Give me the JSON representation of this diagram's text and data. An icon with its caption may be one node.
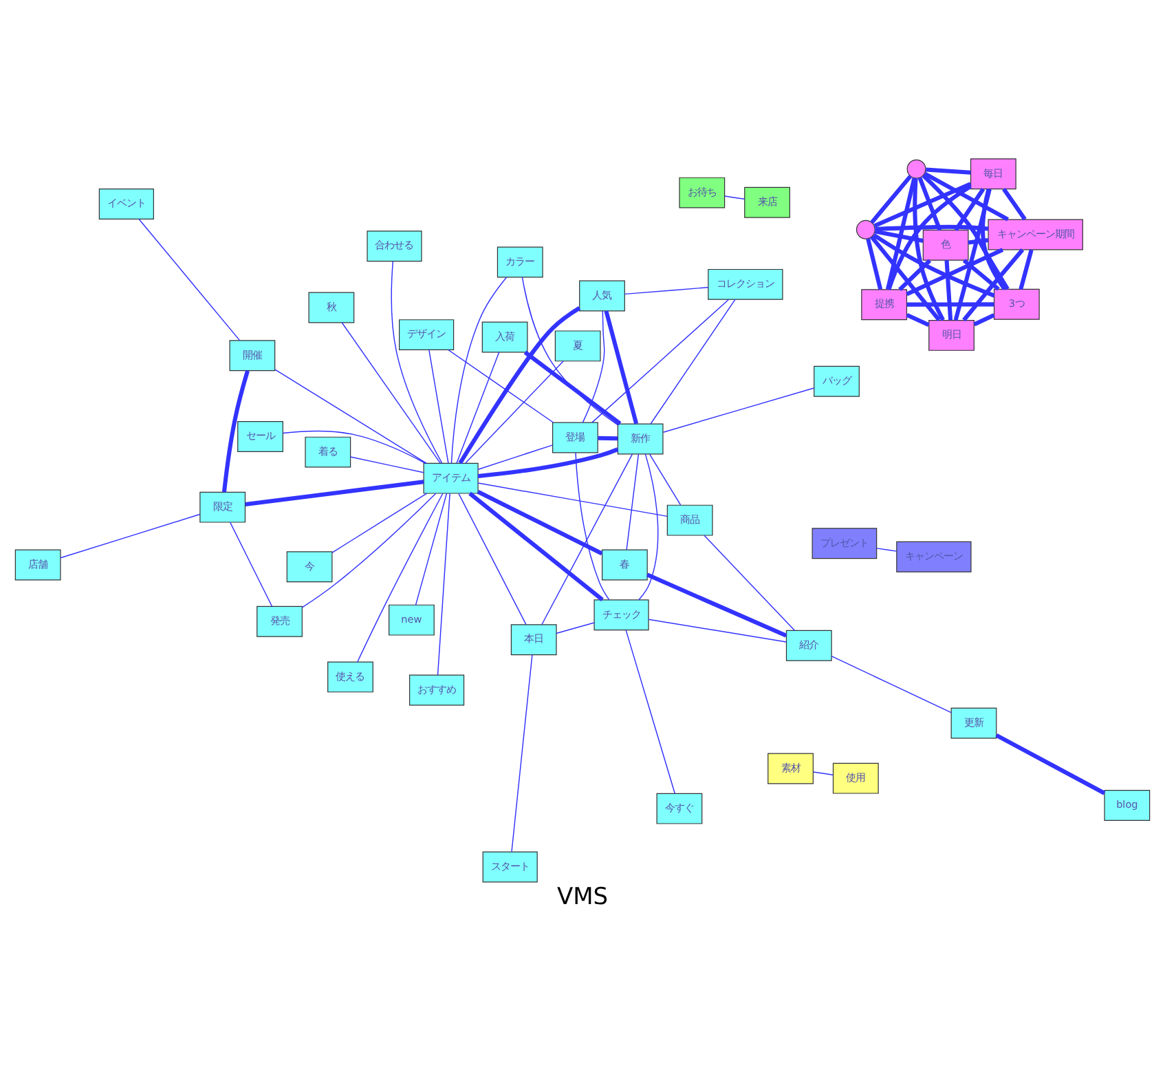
{
  "diagram": {
    "caption": "VMS",
    "nodes": [
      {
        "text": [
          "セール"
        ]
      },
      {
        "text": [
          "夏"
        ]
      },
      {
        "text": [
          "スタート"
        ]
      },
      {
        "text": [
          "秋"
        ]
      },
      {
        "text": [
          "new"
        ]
      },
      {
        "text": [
          "着る"
        ]
      },
      {
        "text": [
          "今"
        ]
      },
      {
        "text": [
          "おすすめ"
        ]
      },
      {
        "text": [
          "更新"
        ]
      },
      {
        "text": [
          "店舗"
        ]
      },
      {
        "text": [
          "使える"
        ]
      },
      {
        "text": [
          "発売"
        ]
      },
      {
        "text": [
          "blog"
        ]
      },
      {
        "text": [
          "イベント"
        ]
      },
      {
        "text": [
          "合わせる"
        ]
      },
      {
        "text": [
          "本日"
        ]
      },
      {
        "text": [
          "限定"
        ]
      },
      {
        "text": [
          "アイテム"
        ]
      },
      {
        "text": [
          "開催"
        ]
      },
      {
        "text": [
          "春"
        ]
      },
      {
        "text": [
          "紹介"
        ]
      },
      {
        "text": [
          "チェック"
        ]
      },
      {
        "text": [
          "商品"
        ]
      },
      {
        "text": [
          "登場"
        ]
      },
      {
        "text": [
          "新作"
        ]
      },
      {
        "text": [
          "今すぐ"
        ]
      },
      {
        "text": [
          "カラー"
        ]
      },
      {
        "text": [
          "入荷"
        ]
      },
      {
        "text": [
          "デザイン"
        ]
      },
      {
        "text": [
          "人気"
        ]
      },
      {
        "text": [
          "コレクション"
        ]
      },
      {
        "text": [
          "バッグ"
        ]
      },
      {
        "text": [],
        "shape": "circle"
      },
      {
        "text": [
          "キャンペーン期間"
        ]
      },
      {
        "text": [
          "明日"
        ]
      },
      {
        "text": [],
        "shape": "circle"
      },
      {
        "text": [
          "毎日"
        ]
      },
      {
        "text": [
          "色"
        ]
      },
      {
        "text": [
          "提携"
        ]
      },
      {
        "text": [
          "3つ"
        ]
      },
      {
        "text": [
          "プレゼント"
        ]
      },
      {
        "text": [
          "キャンペーン"
        ]
      },
      {
        "text": [
          "素材"
        ]
      },
      {
        "text": [
          "使用"
        ]
      },
      {
        "text": [
          "お待ち"
        ]
      },
      {
        "text": [
          "来店"
        ]
      }
    ],
    "edges": [
      {
        "from": 0,
        "to": 17,
        "arrow": "none"
      },
      {
        "from": 1,
        "to": 17,
        "arrow": "none"
      },
      {
        "from": 2,
        "to": 15,
        "arrow": "none"
      },
      {
        "from": 3,
        "to": 17,
        "arrow": "none"
      },
      {
        "from": 4,
        "to": 17,
        "arrow": "none"
      },
      {
        "from": 5,
        "to": 17,
        "arrow": "none"
      },
      {
        "from": 6,
        "to": 17,
        "arrow": "none"
      },
      {
        "from": 7,
        "to": 17,
        "arrow": "none"
      },
      {
        "from": 8,
        "to": 12,
        "arrow": "none",
        "style": "thick"
      },
      {
        "from": 8,
        "to": 20,
        "arrow": "none"
      },
      {
        "from": 9,
        "to": 16,
        "arrow": "none"
      },
      {
        "from": 10,
        "to": 17,
        "arrow": "none"
      },
      {
        "from": 11,
        "to": 17,
        "arrow": "none"
      },
      {
        "from": 11,
        "to": 16,
        "arrow": "none"
      },
      {
        "from": 13,
        "to": 18,
        "arrow": "none"
      },
      {
        "from": 14,
        "to": 17,
        "arrow": "none"
      },
      {
        "from": 15,
        "to": 17,
        "arrow": "none"
      },
      {
        "from": 15,
        "to": 24,
        "arrow": "none"
      },
      {
        "from": 15,
        "to": 21,
        "arrow": "none"
      },
      {
        "from": 16,
        "to": 17,
        "arrow": "none",
        "style": "thick"
      },
      {
        "from": 18,
        "to": 16,
        "arrow": "none",
        "style": "thick"
      },
      {
        "from": 18,
        "to": 17,
        "arrow": "none"
      },
      {
        "from": 17,
        "to": 19,
        "arrow": "none",
        "style": "thick"
      },
      {
        "from": 19,
        "to": 20,
        "arrow": "none",
        "style": "thick"
      },
      {
        "from": 19,
        "to": 24,
        "arrow": "none"
      },
      {
        "from": 20,
        "to": 21,
        "arrow": "none"
      },
      {
        "from": 20,
        "to": 22,
        "arrow": "none"
      },
      {
        "from": 17,
        "to": 21,
        "arrow": "none",
        "style": "thick"
      },
      {
        "from": 17,
        "to": 22,
        "arrow": "none"
      },
      {
        "from": 17,
        "to": 23,
        "arrow": "none"
      },
      {
        "from": 17,
        "to": 24,
        "arrow": "none",
        "style": "thick"
      },
      {
        "from": 17,
        "to": 26,
        "arrow": "none"
      },
      {
        "from": 17,
        "to": 27,
        "arrow": "none"
      },
      {
        "from": 17,
        "to": 28,
        "arrow": "none"
      },
      {
        "from": 17,
        "to": 29,
        "arrow": "none",
        "style": "thick"
      },
      {
        "from": 21,
        "to": 23,
        "arrow": "none"
      },
      {
        "from": 21,
        "to": 24,
        "arrow": "none"
      },
      {
        "from": 21,
        "to": 25,
        "arrow": "none"
      },
      {
        "from": 22,
        "to": 24,
        "arrow": "none"
      },
      {
        "from": 23,
        "to": 24,
        "arrow": "none",
        "style": "thick"
      },
      {
        "from": 23,
        "to": 28,
        "arrow": "none"
      },
      {
        "from": 23,
        "to": 29,
        "arrow": "none"
      },
      {
        "from": 23,
        "to": 30,
        "arrow": "none"
      },
      {
        "from": 24,
        "to": 26,
        "arrow": "none"
      },
      {
        "from": 24,
        "to": 27,
        "arrow": "none",
        "style": "thick"
      },
      {
        "from": 24,
        "to": 29,
        "arrow": "none",
        "style": "thick"
      },
      {
        "from": 24,
        "to": 30,
        "arrow": "none"
      },
      {
        "from": 24,
        "to": 31,
        "arrow": "none"
      },
      {
        "from": 29,
        "to": 30,
        "arrow": "none"
      },
      {
        "from": 32,
        "to": 33,
        "arrow": "none",
        "style": "thick"
      },
      {
        "from": 32,
        "to": 34,
        "arrow": "none",
        "style": "thick"
      },
      {
        "from": 32,
        "to": 35,
        "arrow": "none",
        "style": "thick"
      },
      {
        "from": 32,
        "to": 36,
        "arrow": "none",
        "style": "thick"
      },
      {
        "from": 32,
        "to": 37,
        "arrow": "none",
        "style": "thick"
      },
      {
        "from": 32,
        "to": 38,
        "arrow": "none",
        "style": "thick"
      },
      {
        "from": 32,
        "to": 39,
        "arrow": "none",
        "style": "thick"
      },
      {
        "from": 33,
        "to": 34,
        "arrow": "none",
        "style": "thick"
      },
      {
        "from": 33,
        "to": 35,
        "arrow": "none",
        "style": "thick"
      },
      {
        "from": 33,
        "to": 36,
        "arrow": "none",
        "style": "thick"
      },
      {
        "from": 33,
        "to": 37,
        "arrow": "none",
        "style": "thick"
      },
      {
        "from": 33,
        "to": 38,
        "arrow": "none",
        "style": "thick"
      },
      {
        "from": 33,
        "to": 39,
        "arrow": "none",
        "style": "thick"
      },
      {
        "from": 34,
        "to": 35,
        "arrow": "none",
        "style": "thick"
      },
      {
        "from": 34,
        "to": 36,
        "arrow": "none",
        "style": "thick"
      },
      {
        "from": 34,
        "to": 37,
        "arrow": "none",
        "style": "thick"
      },
      {
        "from": 34,
        "to": 38,
        "arrow": "none",
        "style": "thick"
      },
      {
        "from": 34,
        "to": 39,
        "arrow": "none",
        "style": "thick"
      },
      {
        "from": 35,
        "to": 36,
        "arrow": "none",
        "style": "thick"
      },
      {
        "from": 35,
        "to": 37,
        "arrow": "none",
        "style": "thick"
      },
      {
        "from": 35,
        "to": 38,
        "arrow": "none",
        "style": "thick"
      },
      {
        "from": 35,
        "to": 39,
        "arrow": "none",
        "style": "thick"
      },
      {
        "from": 36,
        "to": 37,
        "arrow": "none",
        "style": "thick"
      },
      {
        "from": 36,
        "to": 38,
        "arrow": "none",
        "style": "thick"
      },
      {
        "from": 36,
        "to": 39,
        "arrow": "none",
        "style": "thick"
      },
      {
        "from": 37,
        "to": 38,
        "arrow": "none",
        "style": "thick"
      },
      {
        "from": 37,
        "to": 39,
        "arrow": "none",
        "style": "thick"
      },
      {
        "from": 38,
        "to": 39,
        "arrow": "none",
        "style": "thick"
      },
      {
        "from": 40,
        "to": 41,
        "arrow": "none"
      },
      {
        "from": 42,
        "to": 43,
        "arrow": "none"
      },
      {
        "from": 44,
        "to": 45,
        "arrow": "none"
      }
    ]
  }
}
